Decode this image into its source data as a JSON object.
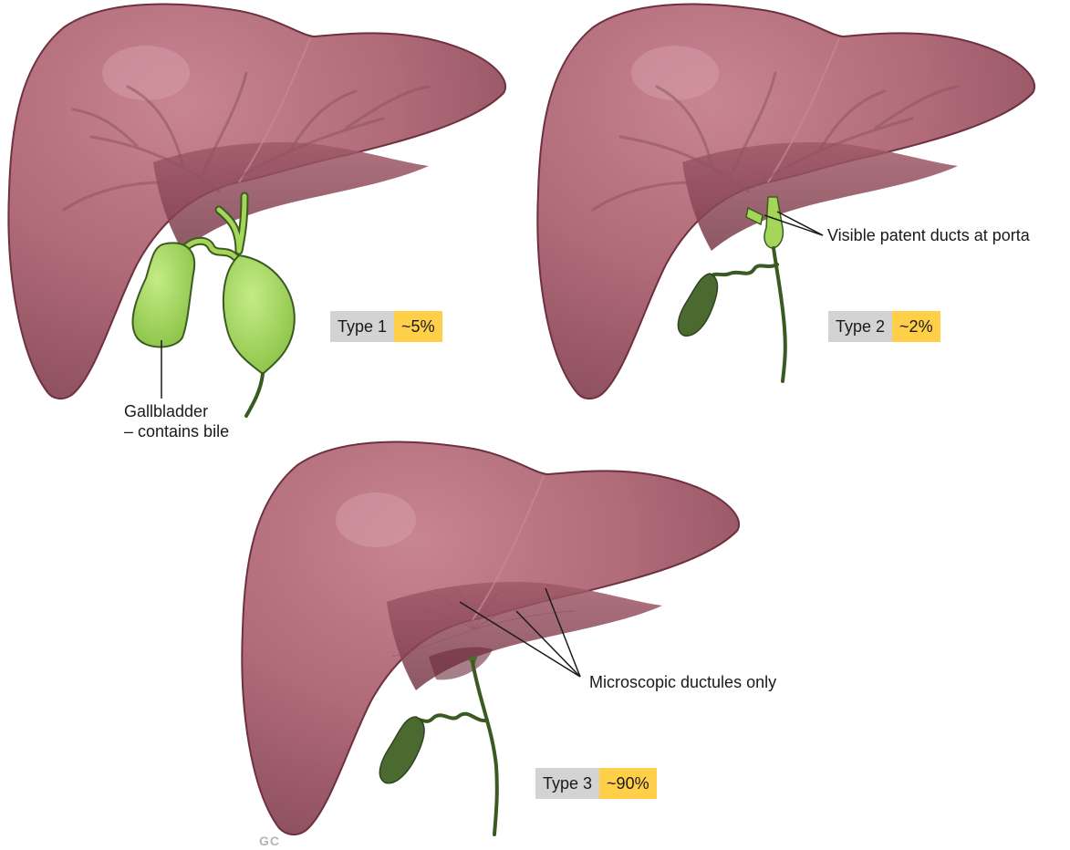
{
  "colors": {
    "liver": "#b06a78",
    "liver_dark": "#8a4a58",
    "liver_shadow": "#7a3a4a",
    "vessel": "#8c5560",
    "bile_green": "#a5d65a",
    "bile_green_outline": "#3a5a22",
    "atretic_duct": "#4a6a30",
    "badge_grey": "#d3d3d3",
    "badge_yellow": "#ffcf4a"
  },
  "panels": [
    {
      "id": "type1",
      "type_label": "Type 1",
      "percent": "~5%",
      "annotation_lines": [
        "Gallbladder",
        "– contains bile"
      ]
    },
    {
      "id": "type2",
      "type_label": "Type 2",
      "percent": "~2%",
      "annotation_lines": [
        "Visible patent ducts at porta"
      ]
    },
    {
      "id": "type3",
      "type_label": "Type 3",
      "percent": "~90%",
      "annotation_lines": [
        "Microscopic ductules only"
      ]
    }
  ],
  "watermark": "GC"
}
